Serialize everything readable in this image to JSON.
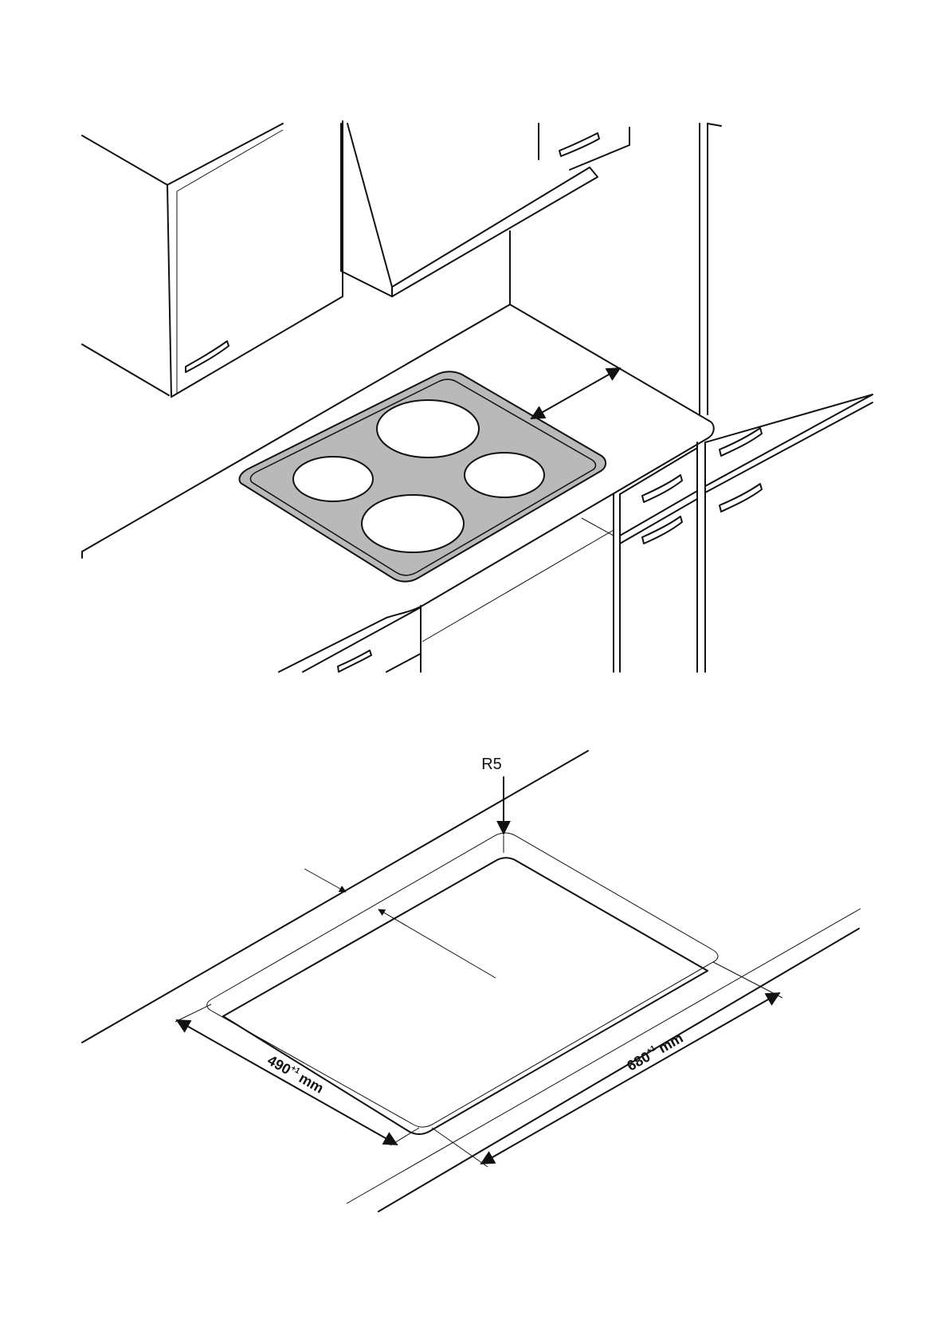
{
  "top_figure": {
    "hob_color": "#b9b9b9",
    "burner_color": "#ffffff",
    "cabinet_stroke": "#111111"
  },
  "cutout_figure": {
    "radius_label": "R5",
    "depth_value": "490",
    "width_value": "680",
    "tolerance": "+1",
    "unit": "mm"
  }
}
